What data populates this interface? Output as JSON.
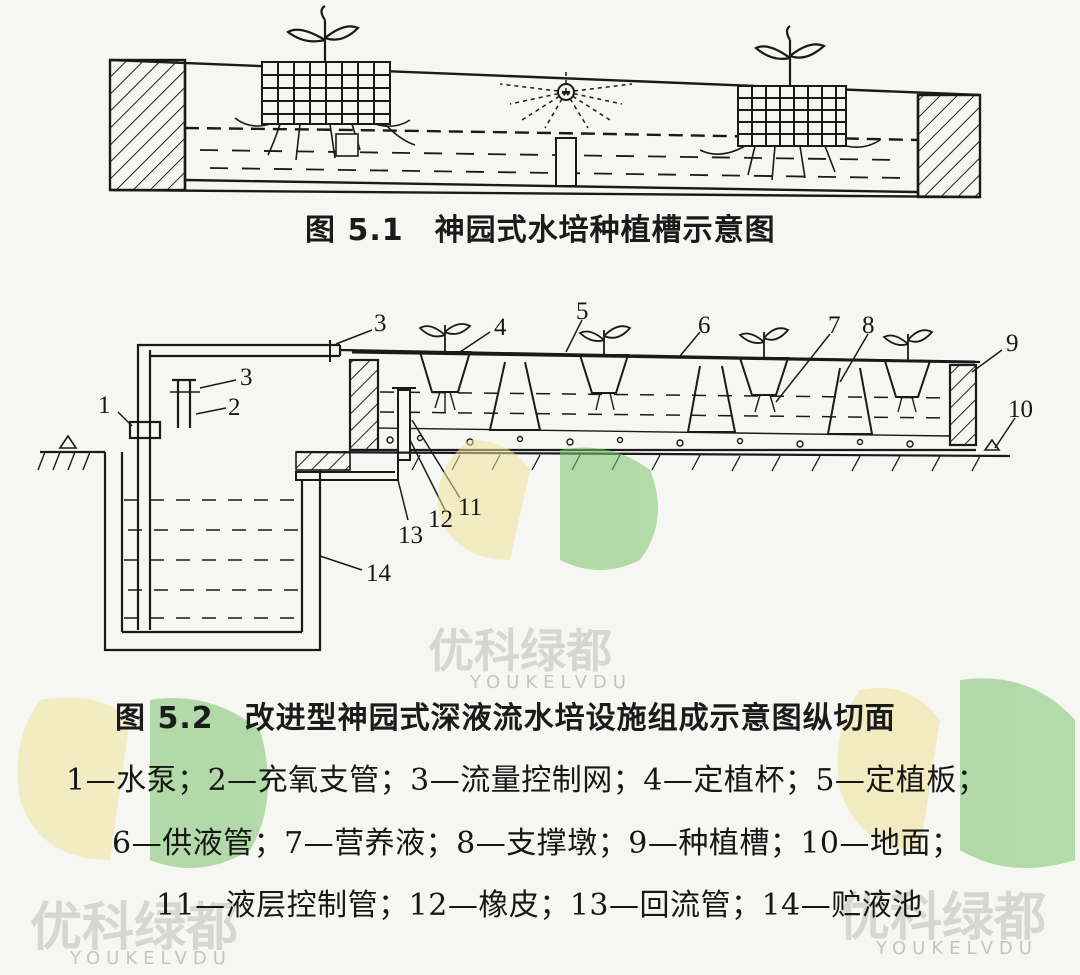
{
  "figure1": {
    "caption": "图 5.1　神园式水培种植槽示意图"
  },
  "figure2": {
    "caption": "图 5.2　改进型神园式深液流水培设施组成示意图纵切面",
    "callouts": [
      "1",
      "2",
      "3",
      "3",
      "4",
      "5",
      "6",
      "7",
      "8",
      "9",
      "10",
      "11",
      "12",
      "13",
      "14"
    ]
  },
  "legend": {
    "line1": "1—水泵；2—充氧支管；3—流量控制网；4—定植杯；5—定植板；",
    "line2": "6—供液管；7—营养液；8—支撑墩；9—种植槽；10—地面；",
    "line3": "11—液层控制管；12—橡皮；13—回流管；14—贮液池"
  },
  "watermark": {
    "brand": "优科绿都",
    "latin": "YOUKELVDU",
    "colors": {
      "green": "#7cc26b",
      "yellow": "#efe39a"
    }
  }
}
